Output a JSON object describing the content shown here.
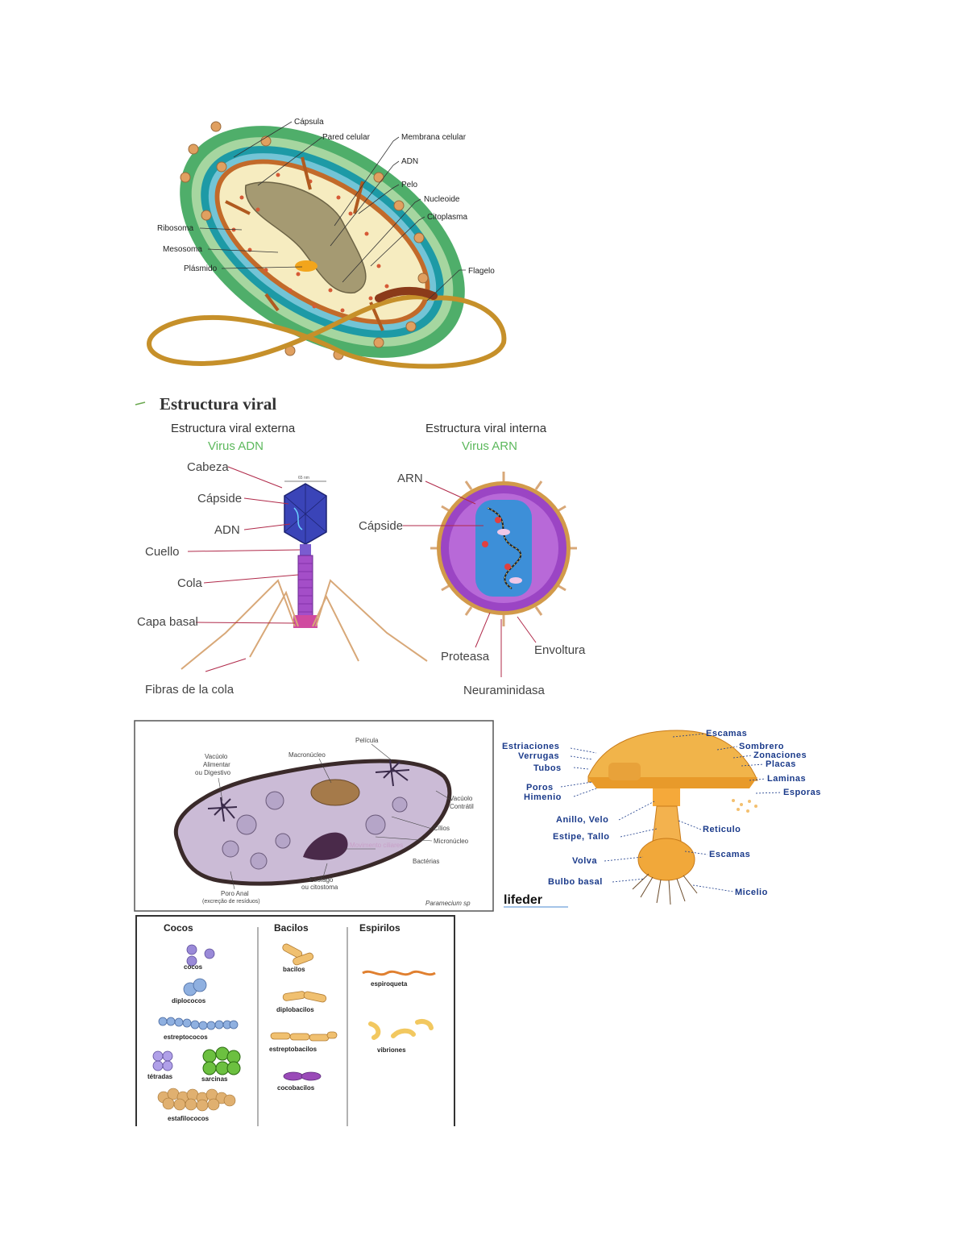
{
  "bacteria": {
    "labels": {
      "capsula": "Cápsula",
      "pared": "Pared celular",
      "membrana": "Membrana celular",
      "adn": "ADN",
      "pelo": "Pelo",
      "nucleoide": "Nucleoide",
      "citoplasma": "Citoplasma",
      "ribosoma": "Ribosoma",
      "mesosoma": "Mesosoma",
      "plasmido": "Plásmido",
      "flagelo": "Flagelo"
    }
  },
  "virus": {
    "title": "Estructura viral",
    "external": {
      "heading": "Estructura viral externa",
      "subheading": "Virus ADN",
      "scale": "65 nm",
      "labels": {
        "cabeza": "Cabeza",
        "capside": "Cápside",
        "adn": "ADN",
        "cuello": "Cuello",
        "cola": "Cola",
        "capa_basal": "Capa basal",
        "fibras": "Fibras de la cola"
      }
    },
    "internal": {
      "heading": "Estructura viral interna",
      "subheading": "Virus ARN",
      "labels": {
        "arn": "ARN",
        "capside": "Cápside",
        "proteasa": "Proteasa",
        "envoltura": "Envoltura",
        "neuraminidasa": "Neuraminidasa"
      }
    }
  },
  "paramecium": {
    "labels": {
      "pelicula": "Película",
      "vacuolo_alimentar_1": "Vacúolo",
      "vacuolo_alimentar_2": "Alimentar",
      "vacuolo_alimentar_3": "ou Digestivo",
      "macronucleo": "Macronúcleo",
      "vacuolo_contratil_1": "Vacúolo",
      "vacuolo_contratil_2": "Contrátil",
      "cilios": "Cílios",
      "micronucleo": "Micronúcleo",
      "movimento": "Movimento ciliares",
      "bacterias": "Bactérias",
      "esofago_1": "Esófago",
      "esofago_2": "ou citostoma",
      "poro_anal_1": "Poro Anal",
      "poro_anal_2": "(excreção de resíduos)",
      "species": "Paramecium sp"
    }
  },
  "mushroom": {
    "labels": {
      "escamas_top": "Escamas",
      "sombrero": "Sombrero",
      "zonaciones": "Zonaciones",
      "placas": "Placas",
      "laminas": "Laminas",
      "esporas": "Esporas",
      "estriaciones": "Estriaciones",
      "verrugas": "Verrugas",
      "tubos": "Tubos",
      "poros": "Poros",
      "himenio": "Himenio",
      "anillo": "Anillo, Velo",
      "reticulo": "Reticulo",
      "estipe": "Estipe, Tallo",
      "escamas_low": "Escamas",
      "volva": "Volva",
      "bulbo": "Bulbo basal",
      "micelio": "Micelio"
    },
    "logo": "lifeder"
  },
  "shapes": {
    "columns": {
      "cocos": "Cocos",
      "bacilos": "Bacilos",
      "espirilos": "Espirilos"
    },
    "labels": {
      "cocos": "cocos",
      "diplococos": "diplococos",
      "estreptococos": "estreptococos",
      "tetradas": "tétradas",
      "sarcinas": "sarcinas",
      "estafilococos": "estafilococos",
      "bacilos": "bacilos",
      "diplobacilos": "diplobacilos",
      "estreptobacilos": "estreptobacilos",
      "cocobacilos": "cocobacilos",
      "espiroqueta": "espiroqueta",
      "vibriones": "vibriones"
    }
  }
}
